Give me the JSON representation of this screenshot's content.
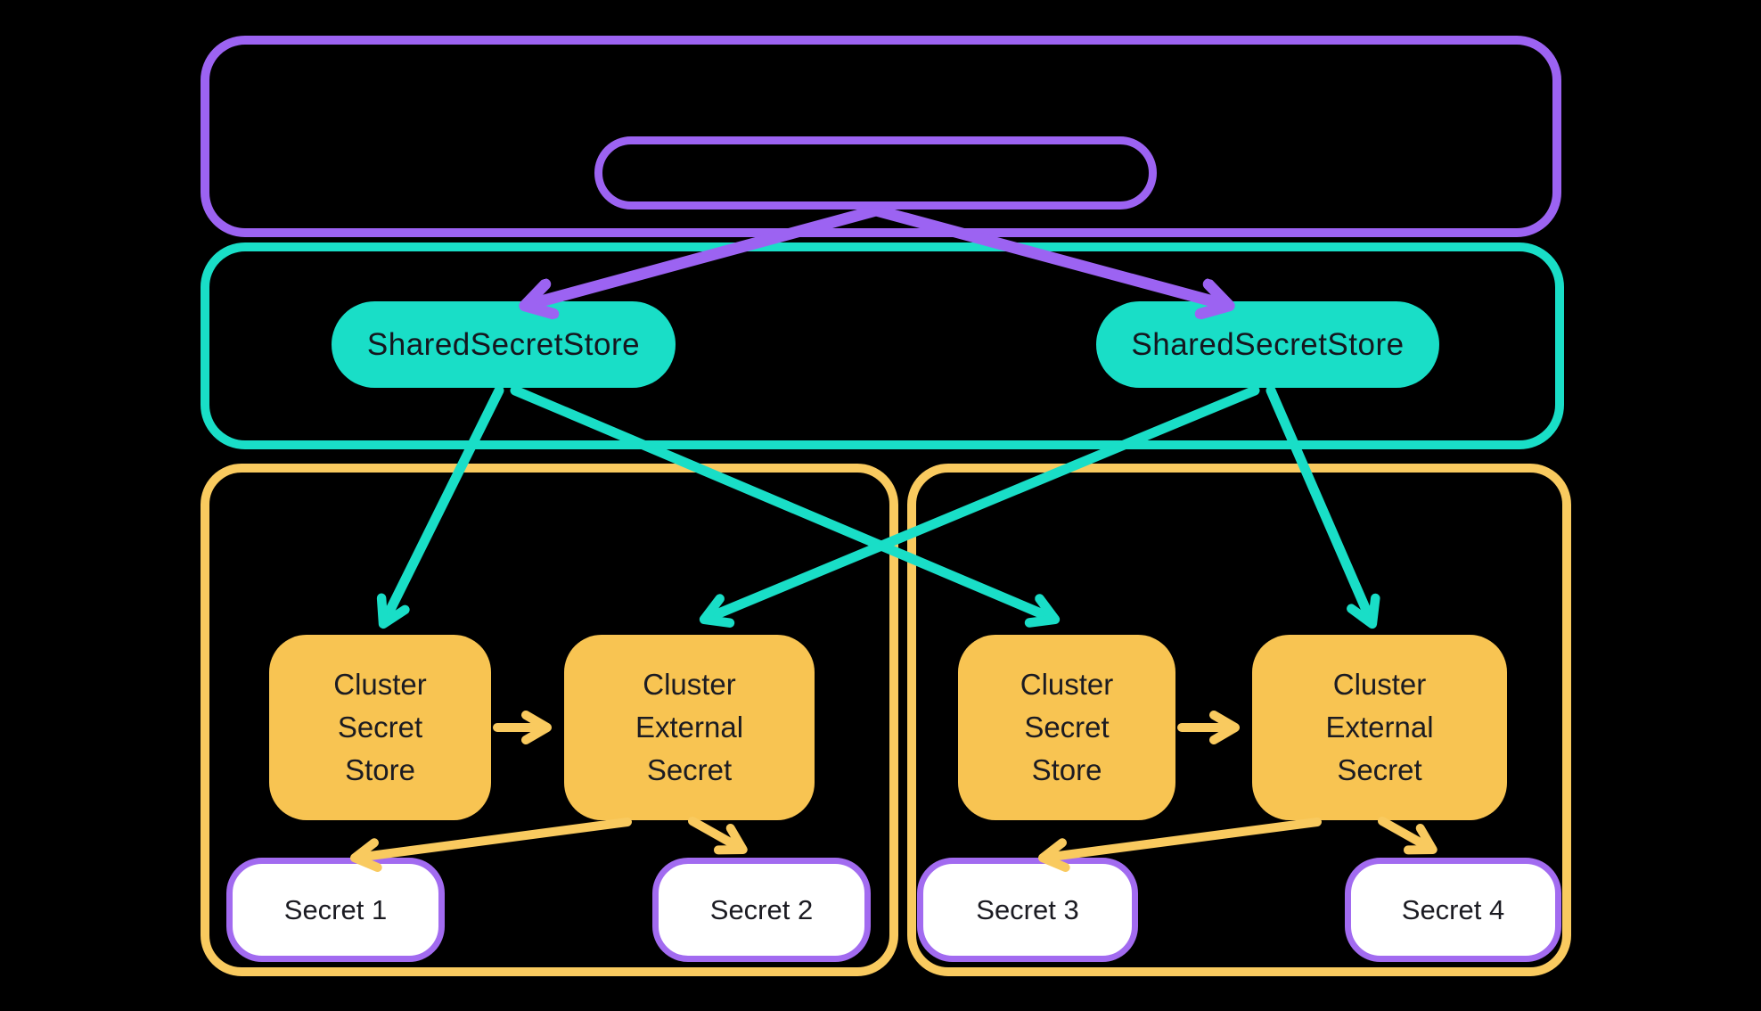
{
  "diagram": {
    "kind": "kubernetes-secrets-flow",
    "background": "#000000",
    "colors": {
      "purple": "#9C63F2",
      "teal": "#19DEC7",
      "orange_fill": "#F8C452",
      "orange_border": "#F9CA5F",
      "secret_pill_border": "#A26BF0",
      "secret_pill_fill": "#FFFFFF",
      "text": "#1B1B22"
    },
    "stores": [
      {
        "label": "SharedSecretStore"
      },
      {
        "label": "SharedSecretStore"
      }
    ],
    "clusters": [
      {
        "nodes": [
          {
            "lines": [
              "Cluster",
              "Secret",
              "Store"
            ]
          },
          {
            "lines": [
              "Cluster",
              "External",
              "Secret"
            ]
          }
        ],
        "secrets": [
          {
            "label": "Secret 1"
          },
          {
            "label": "Secret 2"
          }
        ]
      },
      {
        "nodes": [
          {
            "lines": [
              "Cluster",
              "Secret",
              "Store"
            ]
          },
          {
            "lines": [
              "Cluster",
              "External",
              "Secret"
            ]
          }
        ],
        "secrets": [
          {
            "label": "Secret 3"
          },
          {
            "label": "Secret 4"
          }
        ]
      }
    ]
  }
}
